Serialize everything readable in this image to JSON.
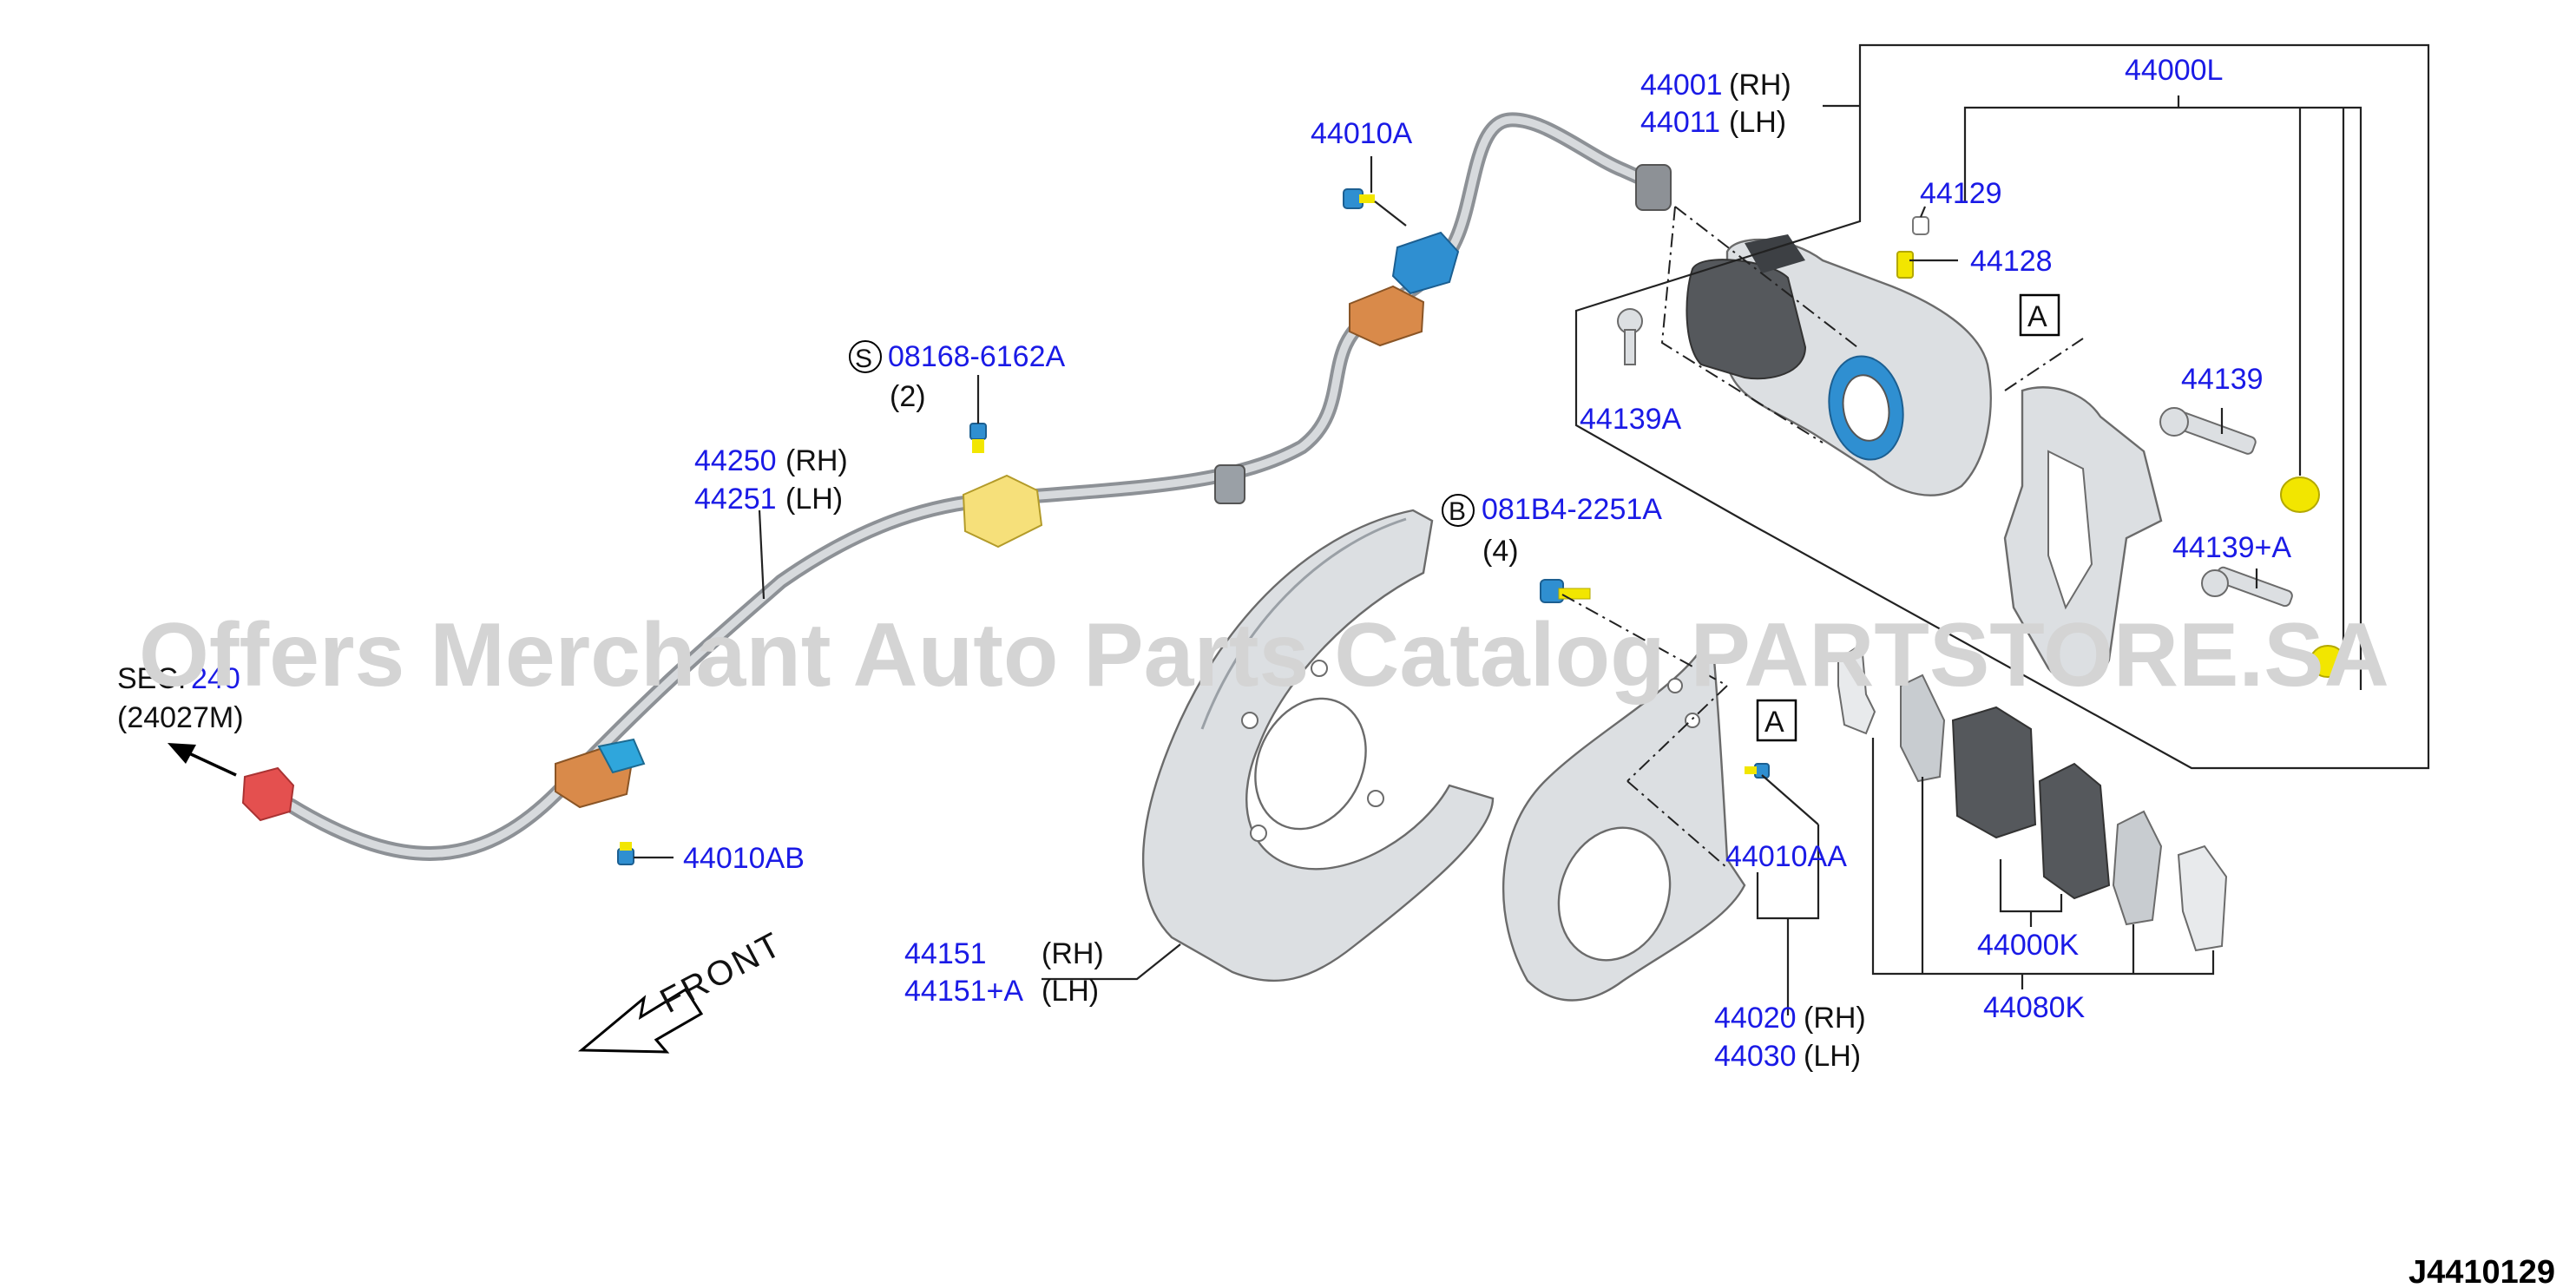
{
  "labels": {
    "p44001": "44001",
    "p44001_side": "(RH)",
    "p44011": "44011",
    "p44011_side": "(LH)",
    "p44000L": "44000L",
    "p44010A": "44010A",
    "p44129": "44129",
    "p44128": "44128",
    "p44139A": "44139A",
    "p44139": "44139",
    "p44139pA": "44139+A",
    "ref_a1": "A",
    "ref_a2": "A",
    "s_symbol": "S",
    "p08168": "08168-6162A",
    "p08168_qty": "(2)",
    "b_symbol": "B",
    "p081B4": "081B4-2251A",
    "p081B4_qty": "(4)",
    "p44250": "44250",
    "p44250_side": "(RH)",
    "p44251": "44251",
    "p44251_side": "(LH)",
    "sec_prefix": "SEC.",
    "sec_num": "240",
    "sec_sub": "(24027M)",
    "p44010AB": "44010AB",
    "p44010AA": "44010AA",
    "p44151": "44151",
    "p44151_side": "(RH)",
    "p44151pA": "44151+A",
    "p44151pA_side": "(LH)",
    "p44000K": "44000K",
    "p44080K": "44080K",
    "p44020": "44020",
    "p44020_side": "(RH)",
    "p44030": "44030",
    "p44030_side": "(LH)",
    "front": "FRONT",
    "watermark": "Offers Merchant Auto Parts Catalog PARTSTORE.SA",
    "diagram_id": "J4410129"
  },
  "colors": {
    "part_number": "#1a1ae6",
    "text": "#111111",
    "leader": "#222222",
    "hose_outer": "#8d9196",
    "hose_inner": "#d7dadd",
    "clip_orange": "#d98a4a",
    "bracket_blue": "#2f8fd1",
    "bolt_yellow": "#f2e600",
    "connector_red": "#e4504f",
    "metal_light": "#dcdfe2",
    "metal_dark": "#55585c",
    "watermark": "#d4d4d4"
  },
  "icons": [
    "arrow-left-down-icon",
    "circle-s-icon",
    "circle-b-icon",
    "boxed-a-icon"
  ]
}
